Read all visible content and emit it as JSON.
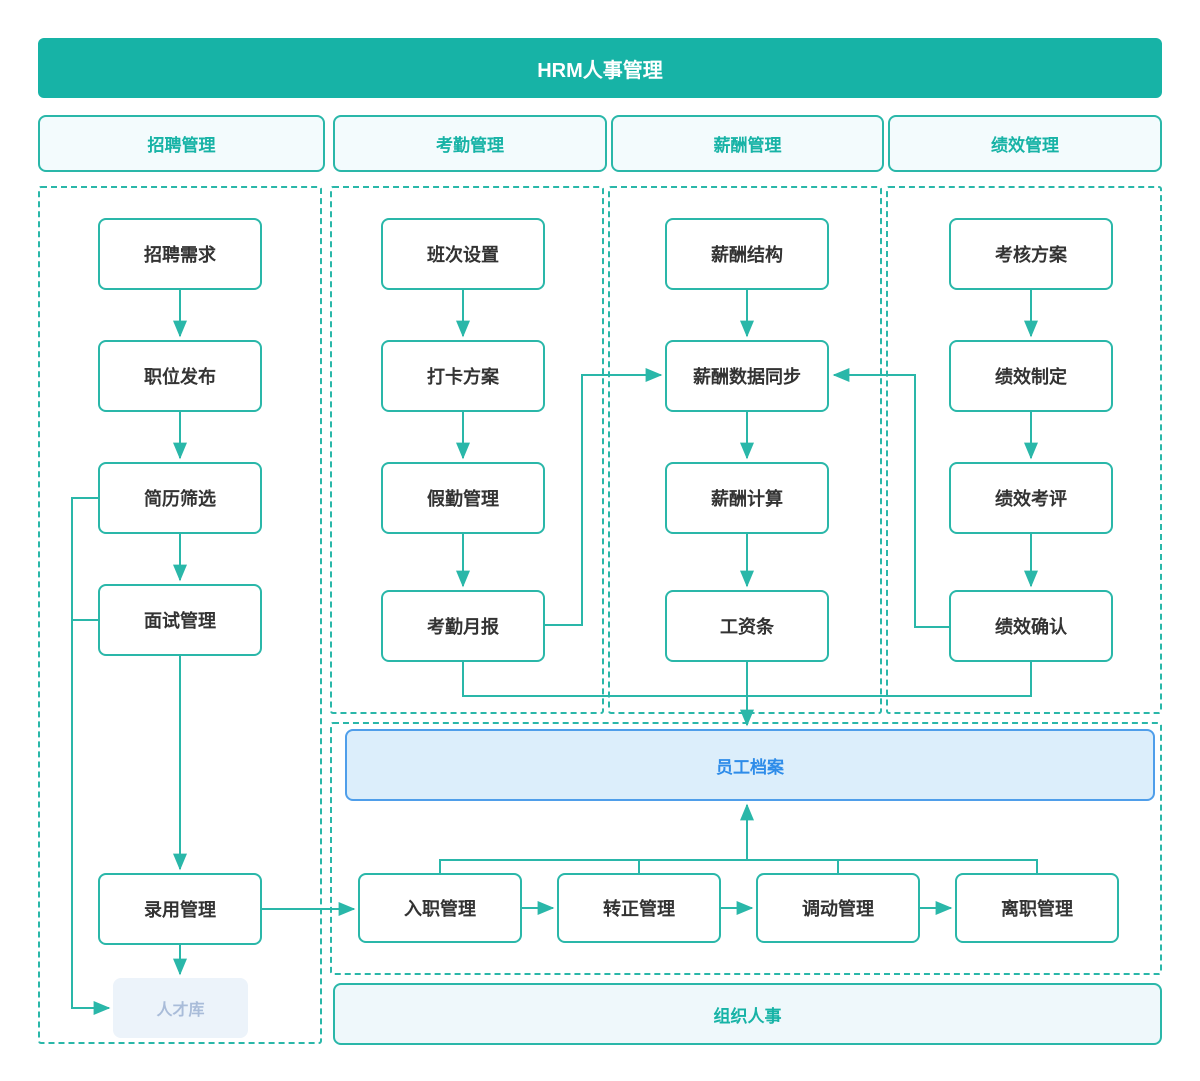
{
  "banner": {
    "title": "HRM人事管理"
  },
  "columns": [
    {
      "header": "招聘管理",
      "nodes": [
        "招聘需求",
        "职位发布",
        "简历筛选",
        "面试管理",
        "录用管理"
      ],
      "talent_pool": "人才库"
    },
    {
      "header": "考勤管理",
      "nodes": [
        "班次设置",
        "打卡方案",
        "假勤管理",
        "考勤月报"
      ]
    },
    {
      "header": "薪酬管理",
      "nodes": [
        "薪酬结构",
        "薪酬数据同步",
        "薪酬计算",
        "工资条"
      ]
    },
    {
      "header": "绩效管理",
      "nodes": [
        "考核方案",
        "绩效制定",
        "绩效考评",
        "绩效确认"
      ]
    }
  ],
  "employee": {
    "archive_label": "员工档案",
    "lifecycle": [
      "入职管理",
      "转正管理",
      "调动管理",
      "离职管理"
    ]
  },
  "org_label": "组织人事",
  "colors": {
    "teal": "#17b3a6",
    "line": "#2ab7a9",
    "archive_border": "#4f9eea",
    "archive_text": "#2e8ce9",
    "archive_fill": "#dceefb",
    "talent_pool_fill": "#ecf3fa",
    "talent_pool_text": "#a9bcd9"
  }
}
